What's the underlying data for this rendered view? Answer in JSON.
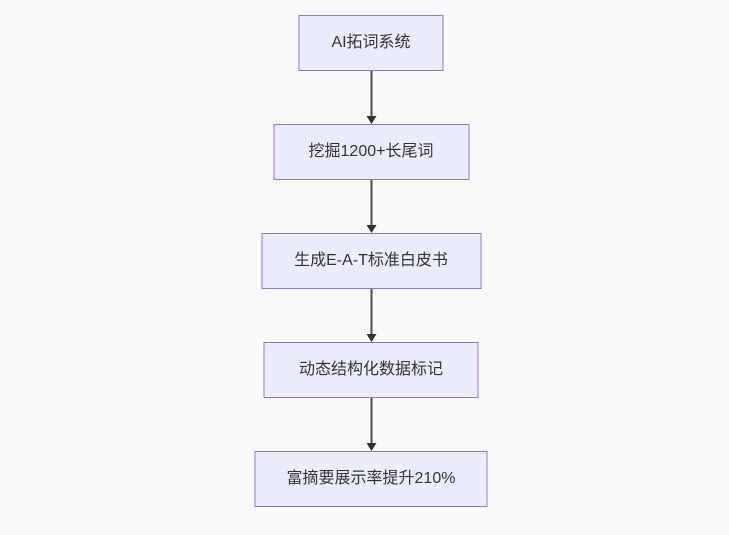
{
  "diagram": {
    "type": "flowchart",
    "direction": "top-down",
    "steps": [
      {
        "id": "step-1",
        "label": "AI拓词系统"
      },
      {
        "id": "step-2",
        "label": "挖掘1200+长尾词"
      },
      {
        "id": "step-3",
        "label": "生成E-A-T标准白皮书"
      },
      {
        "id": "step-4",
        "label": "动态结构化数据标记"
      },
      {
        "id": "step-5",
        "label": "富摘要展示率提升210%"
      }
    ],
    "edges": [
      {
        "from": "step-1",
        "to": "step-2"
      },
      {
        "from": "step-2",
        "to": "step-3"
      },
      {
        "from": "step-3",
        "to": "step-4"
      },
      {
        "from": "step-4",
        "to": "step-5"
      }
    ],
    "colors": {
      "background": "#FAFAFA",
      "node_fill": "#ECECFF",
      "node_border": "#9370DB",
      "node_text": "#333333",
      "edge_line": "#4D4D4D",
      "arrowhead": "#333333"
    }
  }
}
